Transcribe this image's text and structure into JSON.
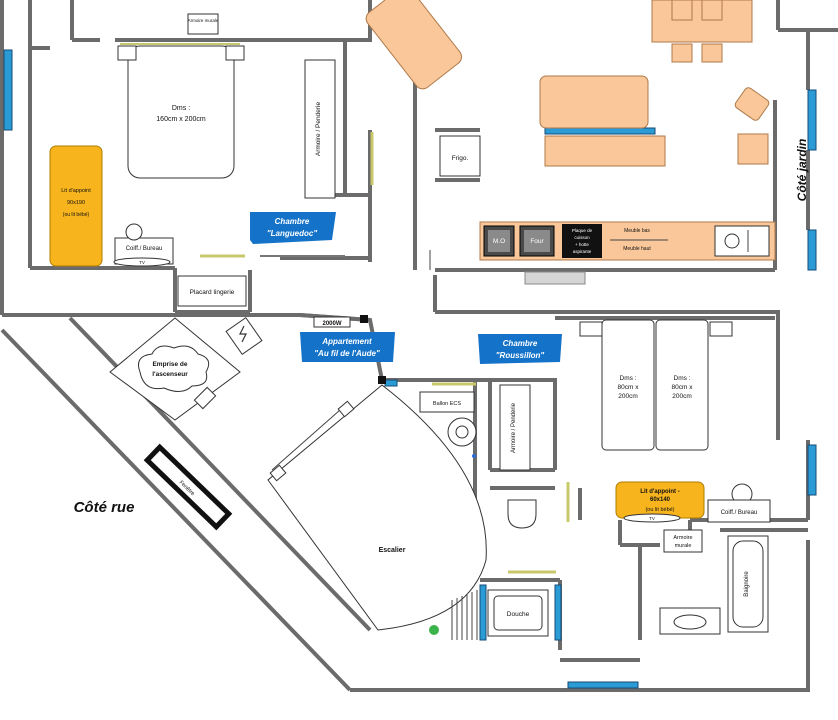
{
  "labels": {
    "armoire_murale_top": "Armoire murale",
    "bed_main": "Dms :",
    "bed_main_size": "160cm x 200cm",
    "armoire_penderie_top": "Armoire / Penderie",
    "lit_appoint_1_a": "Lit d'appoint",
    "lit_appoint_1_b": "90x190",
    "lit_appoint_1_c": "(ou lit bébé)",
    "coiff_bureau_1": "Coiff./ Bureau",
    "tv_1": "TV",
    "chambre_1_a": "Chambre",
    "chambre_1_b": "\"Languedoc\"",
    "placard": "Placard lingerie",
    "frigo": "Frigo.",
    "cote_jardin": "Côté jardin",
    "mo": "M.O",
    "four": "Four",
    "plaque_a": "Plaque de",
    "plaque_b": "cuisson",
    "plaque_c": "+ hotte",
    "plaque_d": "aspirante",
    "meuble_bas": "Meuble bas",
    "meuble_haut": "Meuble haut",
    "emprise_a": "Emprise de",
    "emprise_b": "l'ascenseur",
    "w2000": "2000W",
    "appart_a": "Appartement",
    "appart_b": "\"Au fil de l'Aude\"",
    "chambre_2_a": "Chambre",
    "chambre_2_b": "\"Roussillon\"",
    "bed_2a_a": "Dms :",
    "bed_2a_b": "80cm x",
    "bed_2a_c": "200cm",
    "bed_2b_a": "Dms :",
    "bed_2b_b": "80cm x",
    "bed_2b_c": "200cm",
    "ballon": "Ballon ECS",
    "armoire_penderie_2": "Armoire / Penderie",
    "cote_rue": "Côté rue",
    "fenetre": "Fenêtre",
    "escalier": "Escalier",
    "lit_appoint_2_a": "Lit d'appoint -",
    "lit_appoint_2_b": "60x140",
    "lit_appoint_2_c": "(ou lit bébé)",
    "tv_2": "TV",
    "coiff_bureau_2": "Coiff./ Bureau",
    "armoire_murale_2_a": "Armoire",
    "armoire_murale_2_b": "murale",
    "baignoire": "Baignoire",
    "douche": "Douche"
  },
  "colors": {
    "wall": "#6b6b6b",
    "wood": "#f9c79a",
    "yellow": "#f7b41d",
    "blue_tag": "#1473c9",
    "window": "#2b9bd6",
    "green_dot": "#3cb34a"
  }
}
